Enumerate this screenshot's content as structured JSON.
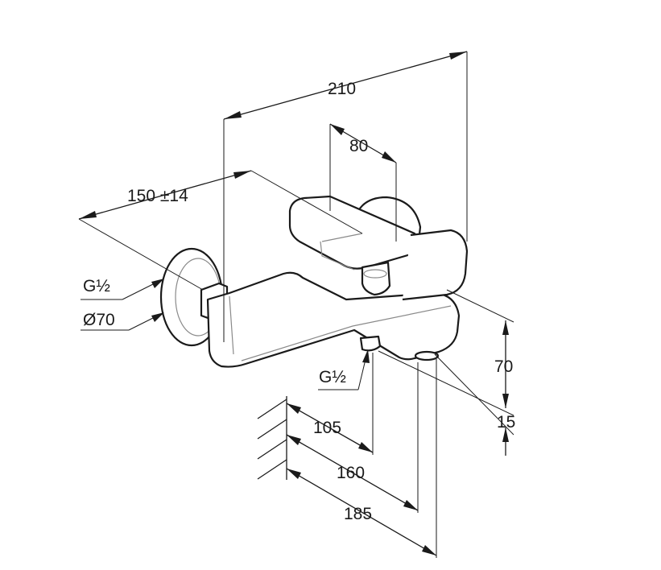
{
  "dimensions": {
    "width_total": "210",
    "handle_width": "80",
    "projection": "150 ±14",
    "thread_inlet": "G½",
    "rosette_diameter": "Ø70",
    "thread_outlet": "G½",
    "height": "70",
    "height_offset": "15",
    "outlet_depth": "105",
    "spout_depth": "160",
    "overall_depth": "185"
  }
}
